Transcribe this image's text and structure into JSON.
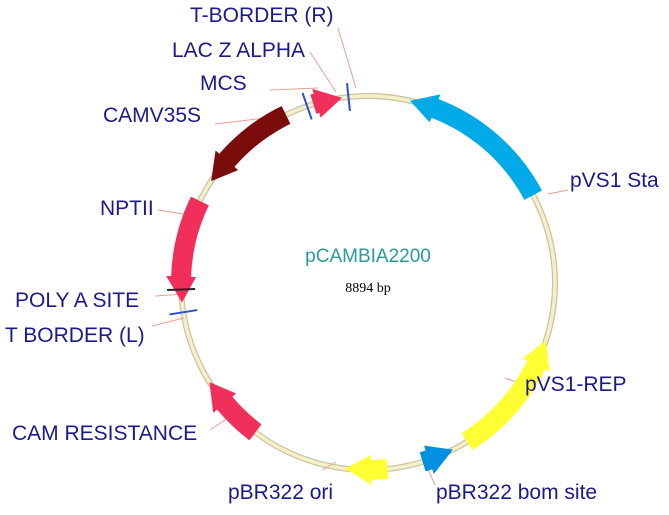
{
  "plasmid": {
    "name": "pCAMBIA2200",
    "size_text": "8894 bp",
    "name_color": "#2a9a9a"
  },
  "colors": {
    "backbone": "#f4f0cc",
    "backbone_edge": "#c9c3a0",
    "label": "#1a1a8c",
    "leader": "#e8a090"
  },
  "labels": {
    "t_border_r": "T-BORDER (R)",
    "lac_z_alpha": "LAC Z ALPHA",
    "mcs": "MCS",
    "camv35s": "CAMV35S",
    "nptii": "NPTII",
    "poly_a_site": "POLY A SITE",
    "t_border_l": "T BORDER (L)",
    "cam_resistance": "CAM RESISTANCE",
    "pbr322_ori": "pBR322 ori",
    "pbr322_bom_site": "pBR322 bom site",
    "pvs1_rep": "pVS1-REP",
    "pvs1_sta": "pVS1 Sta"
  },
  "features": [
    {
      "key": "pvs1_sta",
      "start": 13,
      "end": 62,
      "color": "#00aae8",
      "dir": "ccw"
    },
    {
      "key": "pvs1_rep",
      "start": 108,
      "end": 148,
      "color": "#ffff33",
      "dir": "ccw"
    },
    {
      "key": "pbr322_bom_site",
      "start": 153,
      "end": 163,
      "color": "#0090e0",
      "dir": "ccw"
    },
    {
      "key": "pbr322_ori",
      "start": 174,
      "end": 187,
      "color": "#ffff33",
      "dir": "cw"
    },
    {
      "key": "cam_resistance",
      "start": 217,
      "end": 238,
      "color": "#f0305a",
      "dir": "cw"
    },
    {
      "key": "nptii",
      "start": 264,
      "end": 296,
      "color": "#f0305a",
      "dir": "ccw"
    },
    {
      "key": "camv35s",
      "start": 303,
      "end": 334,
      "color": "#7a0c0c",
      "dir": "ccw"
    },
    {
      "key": "lac_z_alpha",
      "start": 343,
      "end": 352,
      "color": "#f0305a",
      "dir": "cw"
    }
  ],
  "markers": [
    {
      "key": "t_border_r",
      "angle": 354,
      "color": "#2a4fd0"
    },
    {
      "key": "mcs",
      "angle": 341,
      "color": "#2a4fd0"
    },
    {
      "key": "poly_a_site",
      "angle": 268,
      "color": "#222222"
    },
    {
      "key": "t_border_l",
      "angle": 261,
      "color": "#2a4fd0"
    }
  ]
}
